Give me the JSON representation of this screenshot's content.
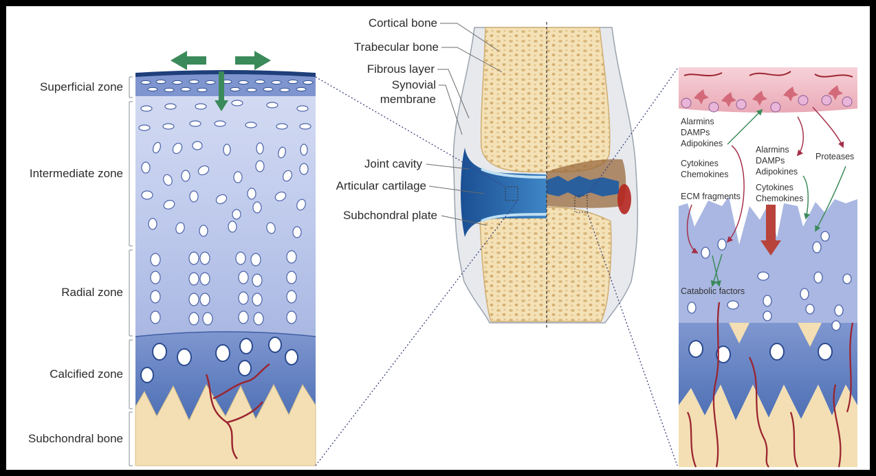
{
  "zones": {
    "superficial": "Superficial zone",
    "intermediate": "Intermediate zone",
    "radial": "Radial zone",
    "calcified": "Calcified zone",
    "subchondral": "Subchondral bone"
  },
  "anatomy": {
    "cortical": "Cortical bone",
    "trabecular": "Trabecular bone",
    "fibrous": "Fibrous layer",
    "synovial_1": "Synovial",
    "synovial_2": "membrane",
    "cavity": "Joint cavity",
    "cartilage": "Articular cartilage",
    "plate": "Subchondral plate"
  },
  "factors": {
    "alarmins_a": "Alarmins",
    "damps_a": "DAMPs",
    "adipokines_a": "Adipokines",
    "cytokines_a": "Cytokines",
    "chemokines_a": "Chemokines",
    "ecm": "ECM fragments",
    "alarmins_b": "Alarmins",
    "damps_b": "DAMPs",
    "adipokines_b": "Adipokines",
    "cytokines_b": "Cytokines",
    "chemokines_b": "Chemokines",
    "proteases": "Proteases",
    "catabolic": "Catabolic factors"
  },
  "colors": {
    "frame": "#000000",
    "cartilage_light": "#c9d3ef",
    "cartilage_mid": "#aab8e3",
    "calcified": "#5f7fbf",
    "bone": "#f3dfb3",
    "synovium": "#f2bfc8",
    "vessel": "#9b2530",
    "arrow_green": "#3b8a5a",
    "arrow_red": "#a33048",
    "joint_blue": "#2f6fb0"
  }
}
